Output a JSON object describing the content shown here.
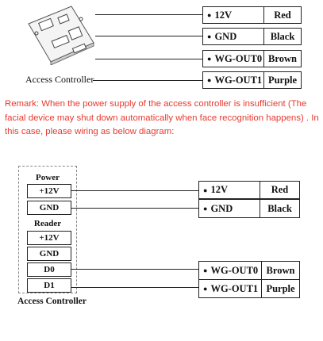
{
  "top_section": {
    "device_label": "Access Controller",
    "wires": [
      {
        "signal": "12V",
        "color": "Red"
      },
      {
        "signal": "GND",
        "color": "Black"
      },
      {
        "signal": "WG-OUT0",
        "color": "Brown"
      },
      {
        "signal": "WG-OUT1",
        "color": "Purple"
      }
    ]
  },
  "remark": "Remark: When the power supply of the access controller is insufficient (The facial device may shut down automatically when face recognition happens) . In this case, please wiring as below diagram:",
  "bottom_section": {
    "controller_label": "Access Controller",
    "power_heading": "Power",
    "reader_heading": "Reader",
    "power_pins": [
      "+12V",
      "GND"
    ],
    "reader_pins": [
      "+12V",
      "GND",
      "D0",
      "D1"
    ],
    "wires": [
      {
        "signal": "12V",
        "color": "Red"
      },
      {
        "signal": "GND",
        "color": "Black"
      },
      {
        "signal": "WG-OUT0",
        "color": "Brown"
      },
      {
        "signal": "WG-OUT1",
        "color": "Purple"
      }
    ]
  }
}
